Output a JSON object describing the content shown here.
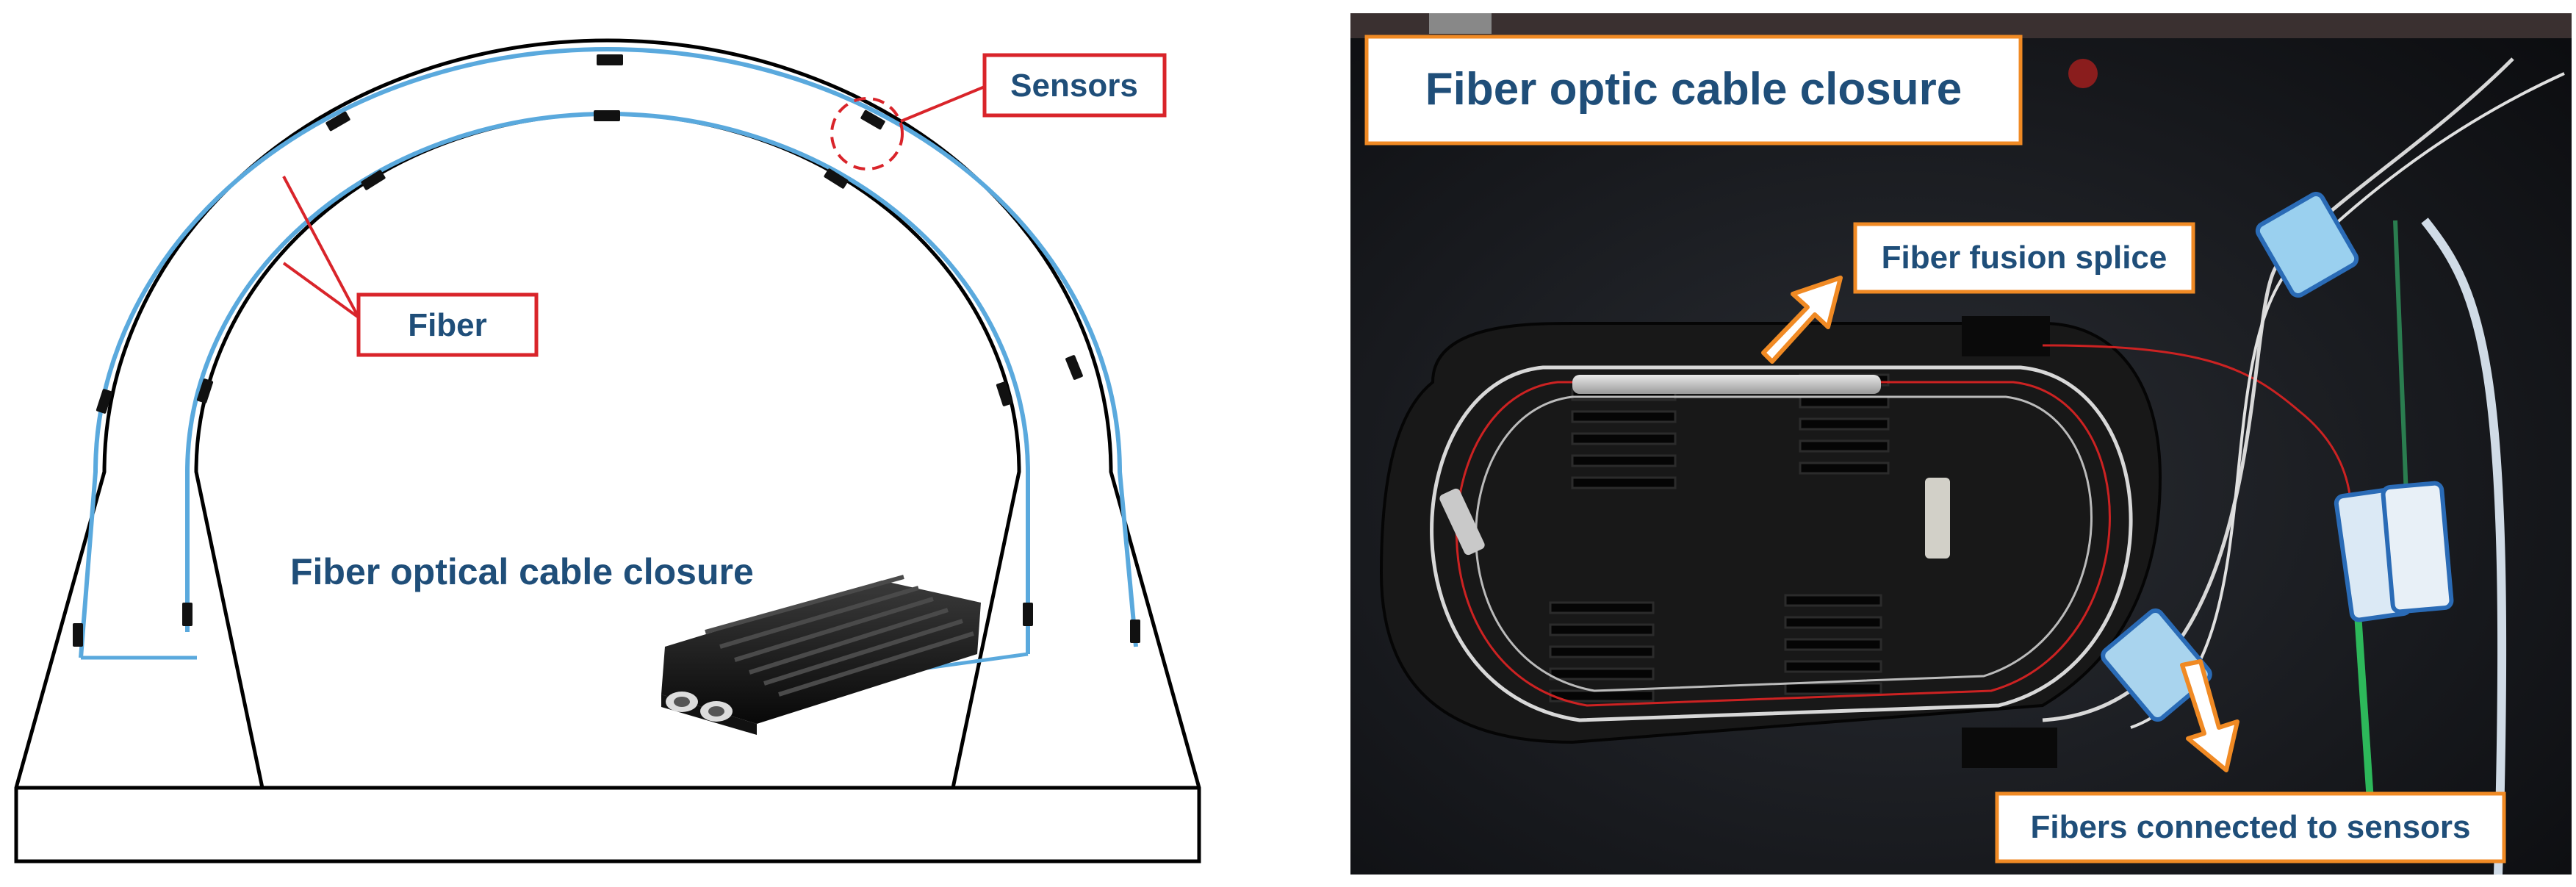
{
  "left_panel": {
    "sensors_label": "Sensors",
    "fiber_label": "Fiber",
    "closure_label": "Fiber optical cable closure"
  },
  "right_panel": {
    "title": "Fiber optic cable closure",
    "splice_label": "Fiber fusion splice",
    "connected_label": "Fibers connected to sensors"
  },
  "colors": {
    "fiber": "#5aa9dd",
    "callout_red": "#d9242a",
    "label_text": "#1f4e79",
    "arrow_orange": "#f08a24",
    "sensor": "#111111"
  }
}
